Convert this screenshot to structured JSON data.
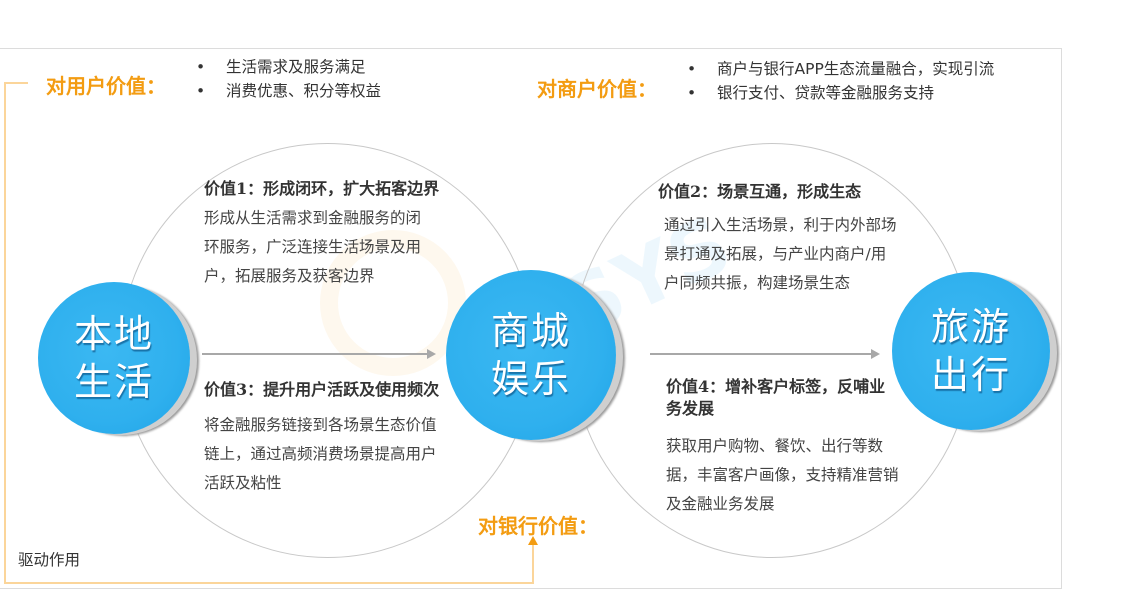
{
  "user_value": {
    "title": "对用户价值：",
    "bullets": [
      "生活需求及服务满足",
      "消费优惠、积分等权益"
    ]
  },
  "merchant_value": {
    "title": "对商户价值：",
    "bullets": [
      "商户与银行APP生态流量融合，实现引流",
      "银行支付、贷款等金融服务支持"
    ]
  },
  "bank_value": {
    "title": "对银行价值："
  },
  "drive_label": "驱动作用",
  "nodes": [
    {
      "line1": "本地",
      "line2": "生活"
    },
    {
      "line1": "商城",
      "line2": "娱乐"
    },
    {
      "line1": "旅游",
      "line2": "出行"
    }
  ],
  "values": [
    {
      "heading": "价值1：形成闭环，扩大拓客边界",
      "body": "形成从生活需求到金融服务的闭环服务，广泛连接生活场景及用户，拓展服务及获客边界"
    },
    {
      "heading": "价值2：场景互通，形成生态",
      "body": "通过引入生活场景，利于内外部场景打通及拓展，与产业内商户/用户同频共振，构建场景生态"
    },
    {
      "heading": "价值3：提升用户活跃及使用频次",
      "body": "将金融服务链接到各场景生态价值链上，通过高频消费场景提高用户活跃及粘性"
    },
    {
      "heading": "价值4：增补客户标签，反哺业务发展",
      "body": "获取用户购物、餐饮、出行等数据，丰富客户画像，支持精准营销及金融业务发展"
    }
  ],
  "colors": {
    "accent": "#f39c12",
    "node_blue": "#2fb0ee",
    "connector": "#fbd59a"
  }
}
